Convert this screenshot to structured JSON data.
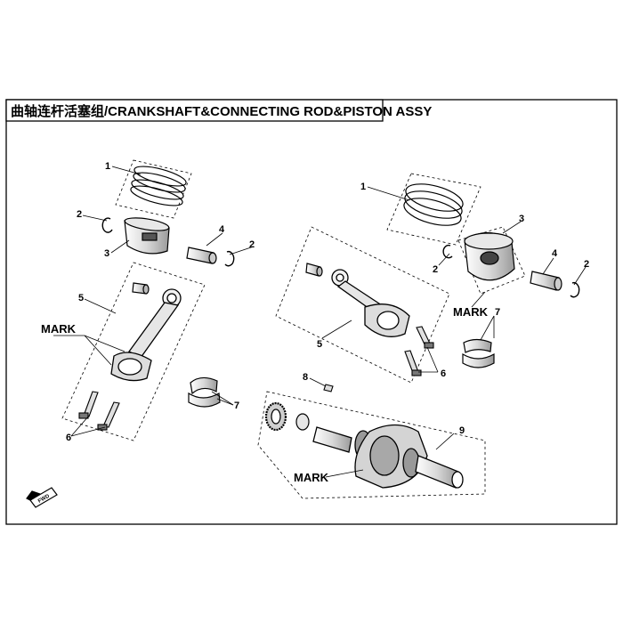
{
  "title": "曲轴连杆活塞组/CRANKSHAFT&CONNECTING ROD&PISTON ASSY",
  "callouts": {
    "n1": "1",
    "n2": "2",
    "n3": "3",
    "n4": "4",
    "n5": "5",
    "n6": "6",
    "n7": "7",
    "n8": "8",
    "n9": "9"
  },
  "mark_label": "MARK",
  "fwd_label": "FWD",
  "colors": {
    "line": "#000000",
    "part_fill": "#eeeeee",
    "dark": "#333333"
  }
}
